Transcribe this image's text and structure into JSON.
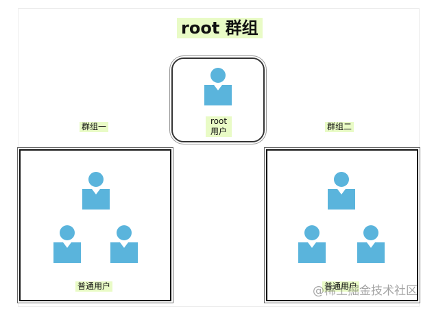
{
  "title": "root 群组",
  "root_box": {
    "line1": "root",
    "line2": "用户"
  },
  "group_one": {
    "label": "群组一",
    "members_label": "普通用户"
  },
  "group_two": {
    "label": "群组二",
    "members_label": "普通用户"
  },
  "watermark": "@稀土掘金技术社区",
  "colors": {
    "user_icon": "#5ab4dc",
    "label_highlight": "#e9fbc6"
  }
}
